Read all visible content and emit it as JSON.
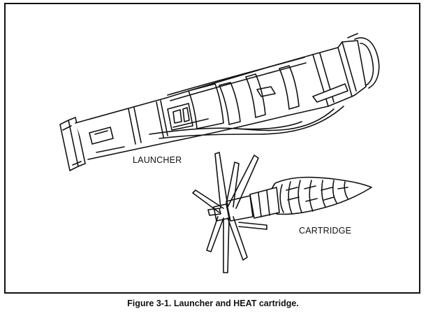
{
  "figure": {
    "caption": "Figure 3-1.  Launcher and HEAT cartridge.",
    "labels": {
      "launcher": "LAUNCHER",
      "cartridge": "CARTRIDGE"
    }
  },
  "colors": {
    "ink": "#111111",
    "paper": "#ffffff"
  }
}
